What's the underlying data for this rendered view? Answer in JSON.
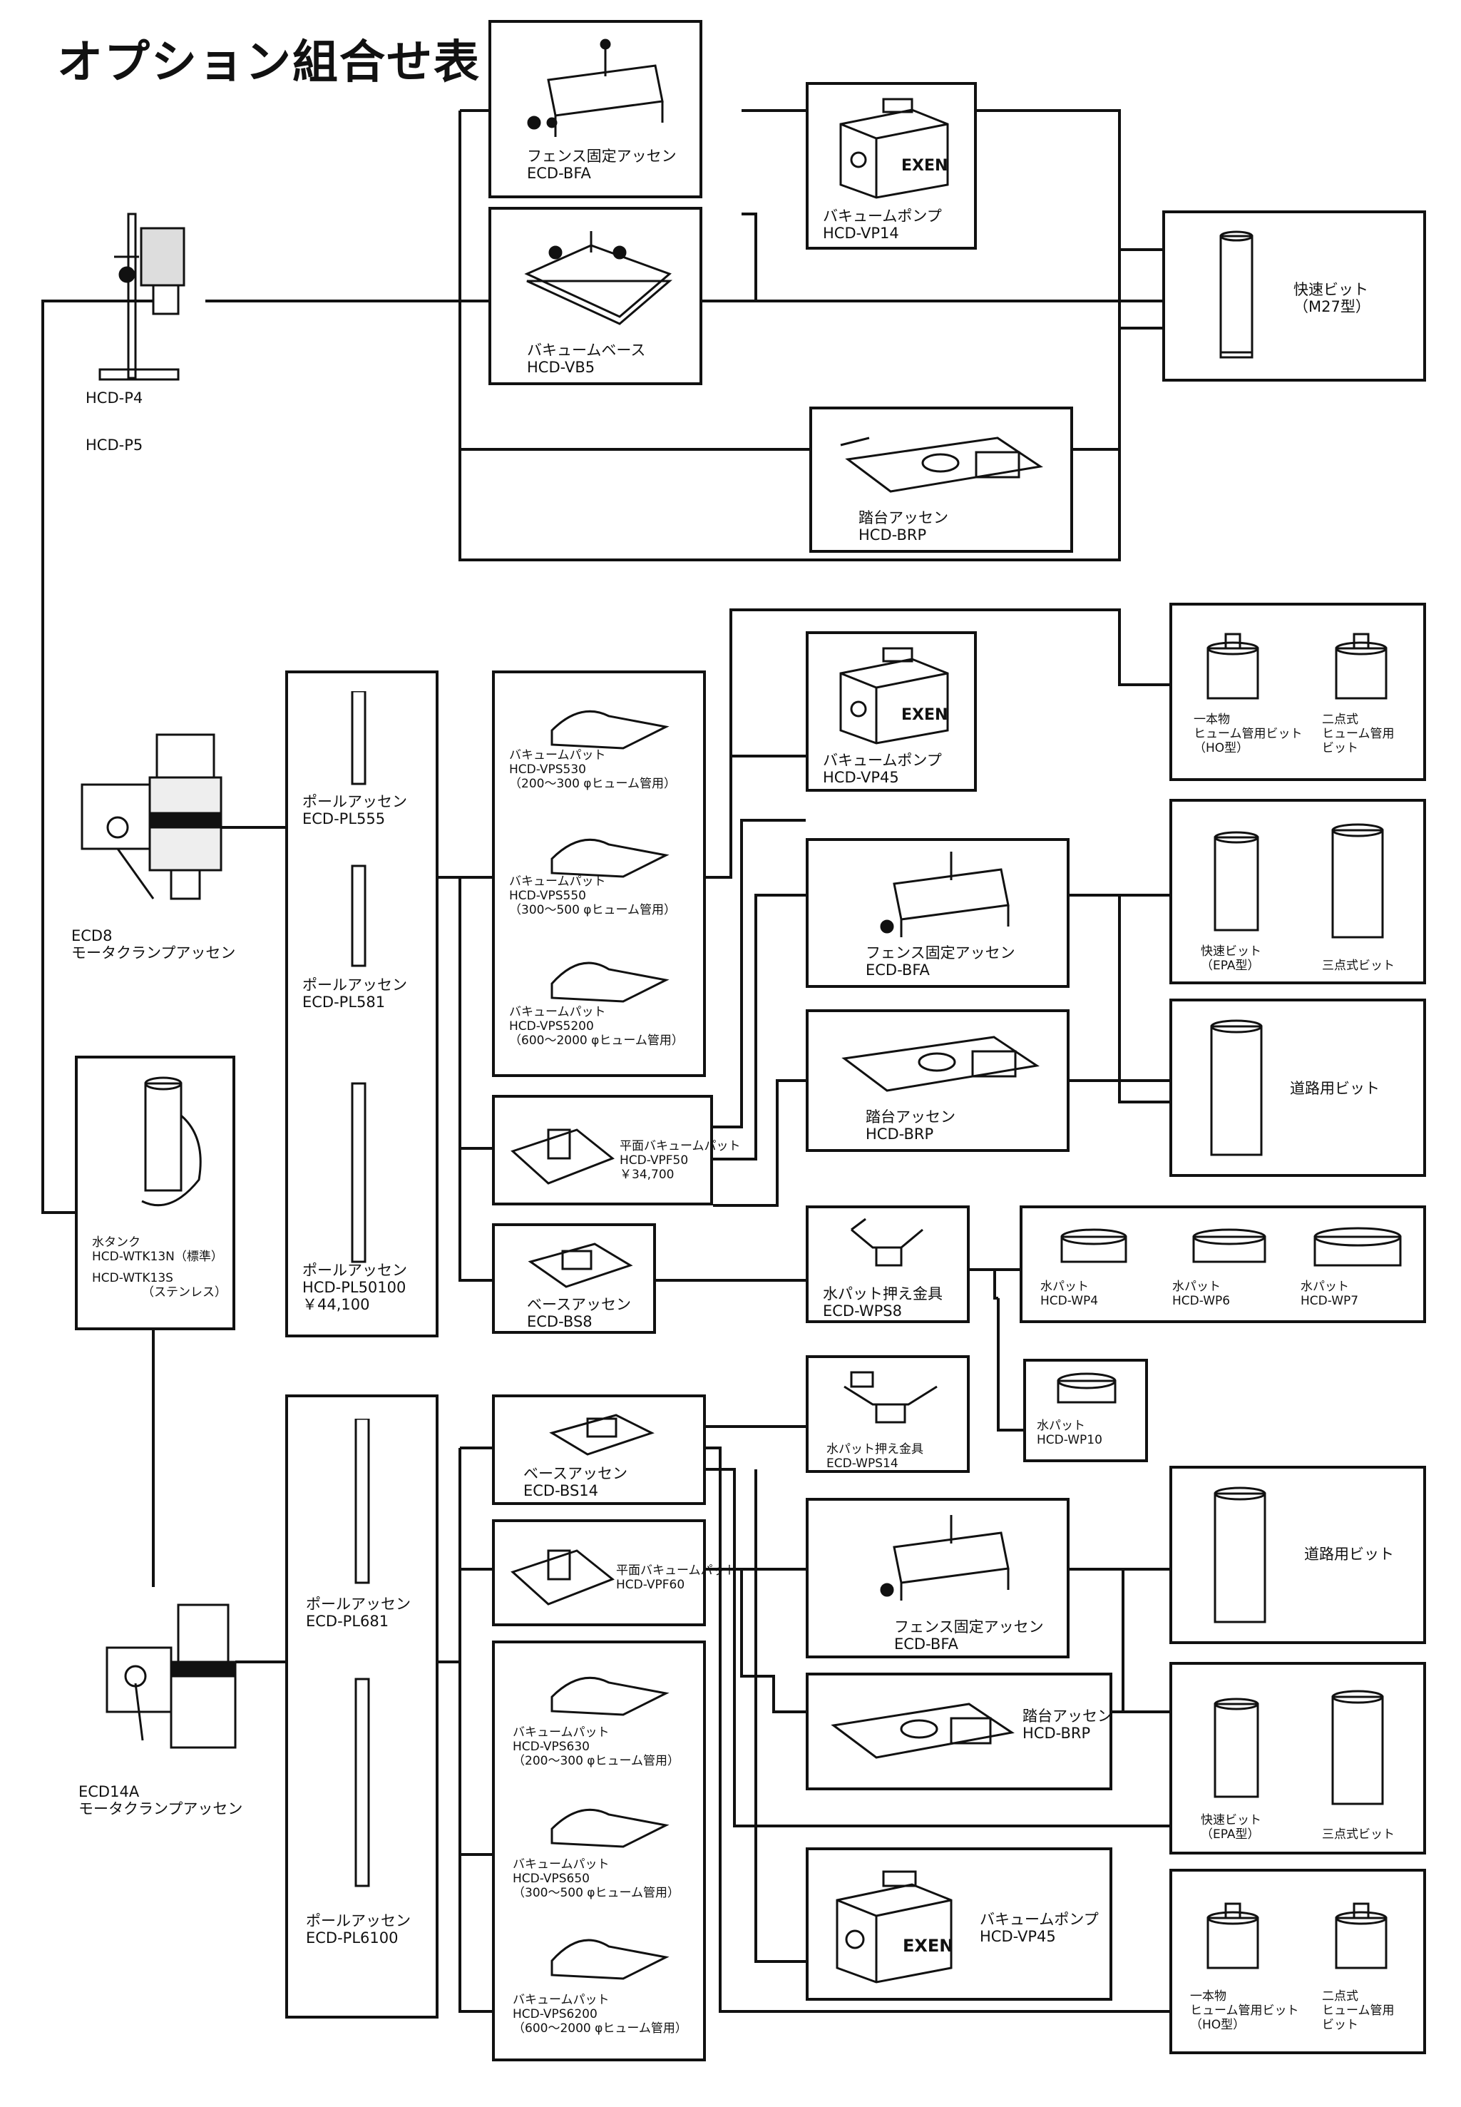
{
  "title": "オプション組合せ表",
  "machines": {
    "p4": {
      "name": "HCD-P4",
      "alt": "HCD-P5"
    },
    "ecd8": {
      "name": "ECD8",
      "desc": "モータクランプアッセン"
    },
    "ecd14a": {
      "name": "ECD14A",
      "desc": "モータクランプアッセン"
    },
    "tank": {
      "name": "水タンク",
      "std": "HCD-WTK13N（標準）",
      "ss": "HCD-WTK13S",
      "ss_note": "（ステンレス）"
    }
  },
  "s1": {
    "fence": {
      "name": "フェンス固定アッセン",
      "code": "ECD-BFA"
    },
    "pump": {
      "name": "バキュームポンプ",
      "code": "HCD-VP14"
    },
    "base": {
      "name": "バキュームベース",
      "code": "HCD-VB5"
    },
    "step": {
      "name": "踏台アッセン",
      "code": "HCD-BRP"
    },
    "bit": {
      "name": "快速ビット",
      "type": "（M27型）"
    }
  },
  "s2": {
    "poles": [
      {
        "name": "ポールアッセン",
        "code": "ECD-PL555"
      },
      {
        "name": "ポールアッセン",
        "code": "ECD-PL581"
      },
      {
        "name": "ポールアッセン",
        "code": "HCD-PL50100",
        "price": "￥44,100"
      }
    ],
    "pads": [
      {
        "name": "バキュームパット",
        "code": "HCD-VPS530",
        "note": "（200〜300 φヒューム管用）"
      },
      {
        "name": "バキュームパット",
        "code": "HCD-VPS550",
        "note": "（300〜500 φヒューム管用）"
      },
      {
        "name": "バキュームパット",
        "code": "HCD-VPS5200",
        "note": "（600〜2000 φヒューム管用）"
      }
    ],
    "flat": {
      "name": "平面バキュームパット",
      "code": "HCD-VPF50",
      "price": "￥34,700"
    },
    "base": {
      "name": "ベースアッセン",
      "code": "ECD-BS8"
    },
    "pump": {
      "name": "バキュームポンプ",
      "code": "HCD-VP45"
    },
    "fence": {
      "name": "フェンス固定アッセン",
      "code": "ECD-BFA"
    },
    "step": {
      "name": "踏台アッセン",
      "code": "HCD-BRP"
    },
    "bits_hume": [
      {
        "l1": "一本物",
        "l2": "ヒューム管用ビット",
        "l3": "（HO型）"
      },
      {
        "l1": "二点式",
        "l2": "ヒューム管用",
        "l3": "ビット"
      }
    ],
    "bits_fast": [
      {
        "l1": "快速ビット",
        "l2": "（EPA型）"
      },
      {
        "l1": "三点式ビット"
      }
    ],
    "road": "道路用ビット",
    "wps": {
      "name": "水パット押え金具",
      "code": "ECD-WPS8"
    },
    "wp": [
      {
        "name": "水パット",
        "code": "HCD-WP4"
      },
      {
        "name": "水パット",
        "code": "HCD-WP6"
      },
      {
        "name": "水パット",
        "code": "HCD-WP7"
      },
      {
        "name": "水パット",
        "code": "HCD-WP10"
      }
    ]
  },
  "s3": {
    "poles": [
      {
        "name": "ポールアッセン",
        "code": "ECD-PL681"
      },
      {
        "name": "ポールアッセン",
        "code": "ECD-PL6100"
      }
    ],
    "base": {
      "name": "ベースアッセン",
      "code": "ECD-BS14"
    },
    "wps": {
      "name": "水パット押え金具",
      "code": "ECD-WPS14"
    },
    "flat": {
      "name": "平面バキュームパット",
      "code": "HCD-VPF60"
    },
    "pads": [
      {
        "name": "バキュームパット",
        "code": "HCD-VPS630",
        "note": "（200〜300 φヒューム管用）"
      },
      {
        "name": "バキュームパット",
        "code": "HCD-VPS650",
        "note": "（300〜500 φヒューム管用）"
      },
      {
        "name": "バキュームパット",
        "code": "HCD-VPS6200",
        "note": "（600〜2000 φヒューム管用）"
      }
    ],
    "fence": {
      "name": "フェンス固定アッセン",
      "code": "ECD-BFA"
    },
    "step": {
      "name": "踏台アッセン",
      "code": "HCD-BRP"
    },
    "pump": {
      "name": "バキュームポンプ",
      "code": "HCD-VP45"
    },
    "road": "道路用ビット",
    "bits_fast": [
      {
        "l1": "快速ビット",
        "l2": "（EPA型）"
      },
      {
        "l1": "三点式ビット"
      }
    ],
    "bits_hume": [
      {
        "l1": "一本物",
        "l2": "ヒューム管用ビット",
        "l3": "（HO型）"
      },
      {
        "l1": "二点式",
        "l2": "ヒューム管用",
        "l3": "ビット"
      }
    ]
  },
  "brand": "EXEN"
}
